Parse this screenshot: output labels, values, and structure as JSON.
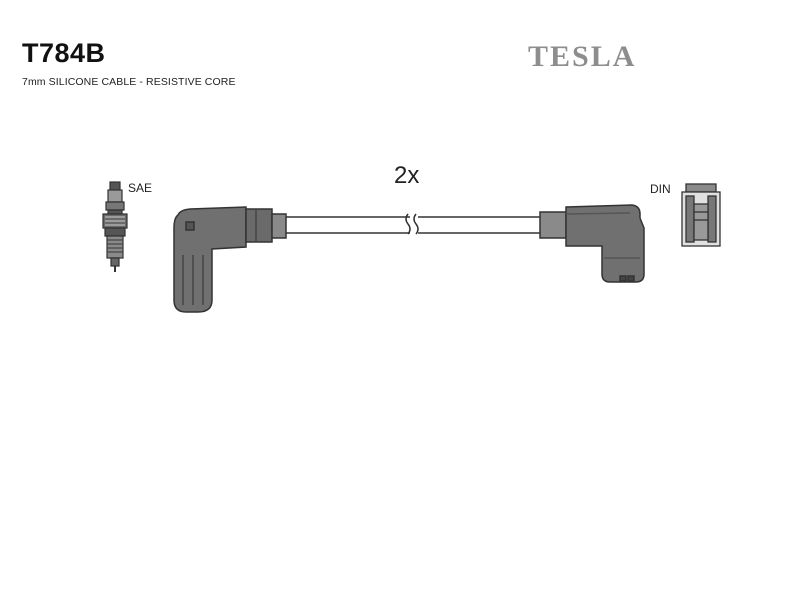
{
  "header": {
    "part_number": "T784B",
    "spec": "7mm SILICONE CABLE - RESISTIVE CORE",
    "brand": "TESLA"
  },
  "diagram": {
    "quantity": "2x",
    "left_end": {
      "type_label": "SAE",
      "icon": "spark-plug-icon"
    },
    "right_end": {
      "type_label": "DIN",
      "icon": "distributor-terminal-icon"
    },
    "colors": {
      "connector": "#707070",
      "outline": "#333333",
      "brand": "#8d8d8d"
    }
  }
}
